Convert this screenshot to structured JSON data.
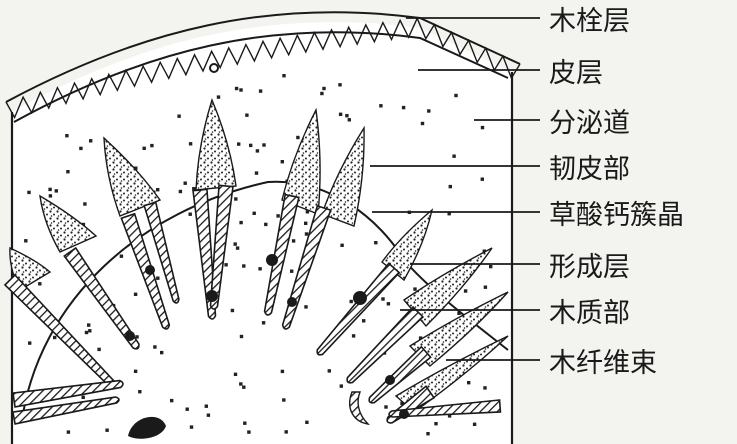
{
  "figure": {
    "labels": [
      {
        "id": "cork",
        "text": "木栓层"
      },
      {
        "id": "cortex",
        "text": "皮层"
      },
      {
        "id": "secretory",
        "text": "分泌道"
      },
      {
        "id": "phloem",
        "text": "韧皮部"
      },
      {
        "id": "crystal",
        "text": "草酸钙簇晶"
      },
      {
        "id": "cambium",
        "text": "形成层"
      },
      {
        "id": "xylem",
        "text": "木质部"
      },
      {
        "id": "fibers",
        "text": "木纤维束"
      }
    ],
    "colors": {
      "ink": "#1a1a1a",
      "paper": "#f3f3ef"
    }
  }
}
